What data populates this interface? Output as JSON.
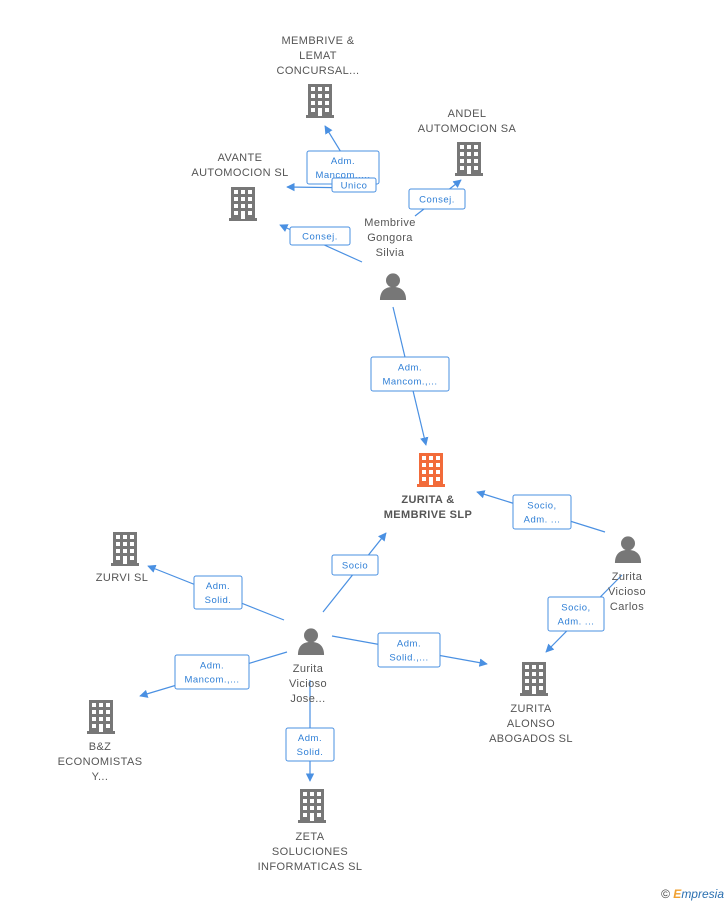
{
  "nodes": [
    {
      "id": "membrive_lemat",
      "type": "company",
      "color": "#777777",
      "label": [
        "MEMBRIVE &",
        "LEMAT",
        "CONCURSAL..."
      ]
    },
    {
      "id": "andel",
      "type": "company",
      "color": "#777777",
      "label": [
        "ANDEL",
        "AUTOMOCION SA"
      ]
    },
    {
      "id": "avante",
      "type": "company",
      "color": "#777777",
      "label": [
        "AVANTE",
        "AUTOMOCION SL"
      ]
    },
    {
      "id": "membrive_silvia",
      "type": "person",
      "color": "#777777",
      "label": [
        "Membrive",
        "Gongora",
        "Silvia"
      ]
    },
    {
      "id": "zurita_membrive",
      "type": "company",
      "color": "#f26b3a",
      "center": true,
      "label": [
        "ZURITA &",
        "MEMBRIVE SLP"
      ]
    },
    {
      "id": "zurita_carlos",
      "type": "person",
      "color": "#777777",
      "label": [
        "Zurita",
        "Vicioso",
        "Carlos"
      ]
    },
    {
      "id": "zurvi",
      "type": "company",
      "color": "#777777",
      "label": [
        "ZURVI SL"
      ]
    },
    {
      "id": "zurita_jose",
      "type": "person",
      "color": "#777777",
      "label": [
        "Zurita",
        "Vicioso",
        "Jose..."
      ]
    },
    {
      "id": "zurita_alonso",
      "type": "company",
      "color": "#777777",
      "label": [
        "ZURITA",
        "ALONSO",
        "ABOGADOS SL"
      ]
    },
    {
      "id": "bz",
      "type": "company",
      "color": "#777777",
      "label": [
        "B&Z",
        "ECONOMISTAS",
        "Y..."
      ]
    },
    {
      "id": "zeta",
      "type": "company",
      "color": "#777777",
      "label": [
        "ZETA",
        "SOLUCIONES",
        "INFORMATICAS SL"
      ]
    }
  ],
  "edges": [
    {
      "from": "membrive_silvia",
      "to": "membrive_lemat",
      "label": [
        "Adm.",
        "Mancom.,..."
      ]
    },
    {
      "from": "membrive_silvia",
      "to": "avante",
      "label": [
        "Unico"
      ]
    },
    {
      "from": "membrive_silvia",
      "to": "avante",
      "label": [
        "Consej."
      ]
    },
    {
      "from": "membrive_silvia",
      "to": "andel",
      "label": [
        "Consej."
      ]
    },
    {
      "from": "membrive_silvia",
      "to": "zurita_membrive",
      "label": [
        "Adm.",
        "Mancom.,..."
      ]
    },
    {
      "from": "zurita_carlos",
      "to": "zurita_membrive",
      "label": [
        "Socio,",
        "Adm. ..."
      ]
    },
    {
      "from": "zurita_carlos",
      "to": "zurita_alonso",
      "label": [
        "Socio,",
        "Adm. ..."
      ]
    },
    {
      "from": "zurita_jose",
      "to": "zurita_membrive",
      "label": [
        "Socio"
      ]
    },
    {
      "from": "zurita_jose",
      "to": "zurvi",
      "label": [
        "Adm.",
        "Solid."
      ]
    },
    {
      "from": "zurita_jose",
      "to": "bz",
      "label": [
        "Adm.",
        "Mancom.,..."
      ]
    },
    {
      "from": "zurita_jose",
      "to": "zurita_alonso",
      "label": [
        "Adm.",
        "Solid.,..."
      ]
    },
    {
      "from": "zurita_jose",
      "to": "zeta",
      "label": [
        "Adm.",
        "Solid."
      ]
    }
  ],
  "watermark": {
    "copyright": "©",
    "brand_first": "E",
    "brand_rest": "mpresia"
  },
  "colors": {
    "edge": "#4a90e2",
    "edge_text": "#2f7fd6",
    "node": "#777777",
    "center": "#f26b3a"
  }
}
